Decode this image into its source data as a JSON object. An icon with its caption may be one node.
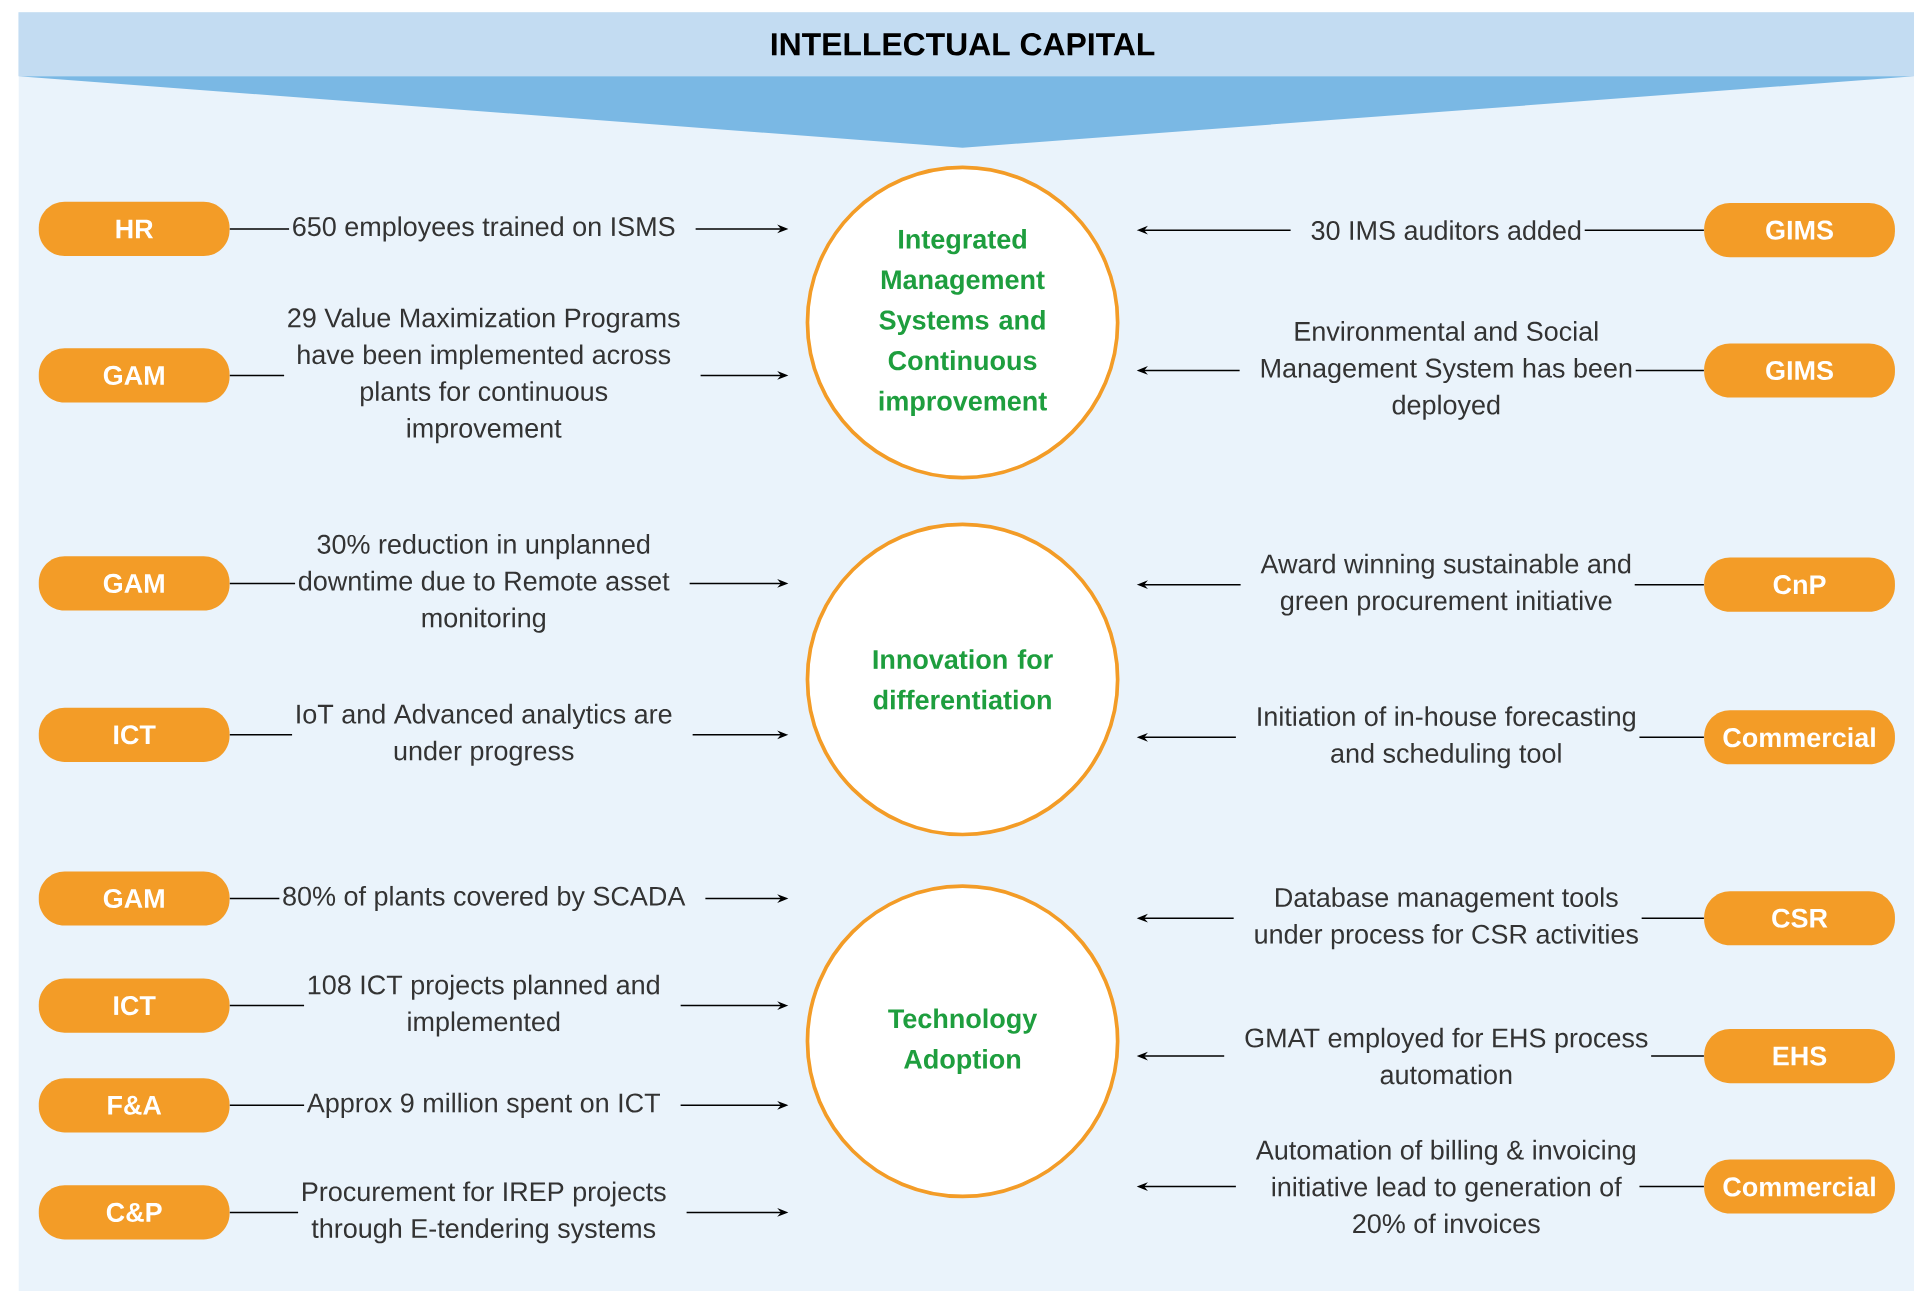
{
  "diagram": {
    "title": "INTELLECTUAL CAPITAL",
    "nodes": [
      {
        "text": [
          "Integrated Management Systems and Continuous improvement"
        ]
      },
      {
        "text": [
          "Innovation for differentiation"
        ]
      },
      {
        "text": [
          "Technology Adoption"
        ]
      },
      {
        "text": [
          "HR"
        ]
      },
      {
        "text": [
          "650 employees trained on ISMS"
        ]
      },
      {
        "text": [
          "GAM"
        ]
      },
      {
        "text": [
          "29 Value Maximization Programs have been implemented across plants for  continuous improvement"
        ]
      },
      {
        "text": [
          "GAM"
        ]
      },
      {
        "text": [
          "30% reduction in unplanned downtime due to Remote asset monitoring"
        ]
      },
      {
        "text": [
          "ICT"
        ]
      },
      {
        "text": [
          "IoT and Advanced analytics are under progress"
        ]
      },
      {
        "text": [
          "GAM"
        ]
      },
      {
        "text": [
          "80% of plants covered by SCADA"
        ]
      },
      {
        "text": [
          "ICT"
        ]
      },
      {
        "text": [
          "108 ICT projects planned and implemented"
        ]
      },
      {
        "text": [
          "F&A"
        ]
      },
      {
        "text": [
          "Approx 9 million spent on ICT"
        ]
      },
      {
        "text": [
          "C&P"
        ]
      },
      {
        "text": [
          "Procurement for IREP projects through E-tendering systems"
        ]
      },
      {
        "text": [
          "30 IMS auditors added"
        ]
      },
      {
        "text": [
          "GIMS"
        ]
      },
      {
        "text": [
          "Environmental and Social Management System has been deployed"
        ]
      },
      {
        "text": [
          "GIMS"
        ]
      },
      {
        "text": [
          "Award winning sustainable and green procurement initiative"
        ]
      },
      {
        "text": [
          "CnP"
        ]
      },
      {
        "text": [
          "Initiation of in-house forecasting and scheduling tool"
        ]
      },
      {
        "text": [
          "Commercial"
        ]
      },
      {
        "text": [
          "Database management tools under process for CSR activities"
        ]
      },
      {
        "text": [
          "CSR"
        ]
      },
      {
        "text": [
          "GMAT employed for EHS process automation"
        ]
      },
      {
        "text": [
          "EHS"
        ]
      },
      {
        "text": [
          "Automation of billing & invoicing initiative lead to generation of 20% of invoices"
        ]
      },
      {
        "text": [
          "Commercial"
        ]
      }
    ],
    "edges": [
      {
        "from": 3,
        "to": 4,
        "arrow": "none"
      },
      {
        "from": 4,
        "to": 0,
        "arrow": "to"
      },
      {
        "from": 5,
        "to": 6,
        "arrow": "none"
      },
      {
        "from": 6,
        "to": 0,
        "arrow": "to"
      },
      {
        "from": 7,
        "to": 8,
        "arrow": "none"
      },
      {
        "from": 8,
        "to": 1,
        "arrow": "to"
      },
      {
        "from": 9,
        "to": 10,
        "arrow": "none"
      },
      {
        "from": 10,
        "to": 1,
        "arrow": "to"
      },
      {
        "from": 11,
        "to": 12,
        "arrow": "none"
      },
      {
        "from": 12,
        "to": 2,
        "arrow": "to"
      },
      {
        "from": 13,
        "to": 14,
        "arrow": "none"
      },
      {
        "from": 14,
        "to": 2,
        "arrow": "to"
      },
      {
        "from": 15,
        "to": 16,
        "arrow": "none"
      },
      {
        "from": 16,
        "to": 2,
        "arrow": "to"
      },
      {
        "from": 17,
        "to": 18,
        "arrow": "none"
      },
      {
        "from": 18,
        "to": 2,
        "arrow": "to"
      },
      {
        "from": 20,
        "to": 19,
        "arrow": "none"
      },
      {
        "from": 19,
        "to": 0,
        "arrow": "to"
      },
      {
        "from": 22,
        "to": 21,
        "arrow": "none"
      },
      {
        "from": 21,
        "to": 0,
        "arrow": "to"
      },
      {
        "from": 24,
        "to": 23,
        "arrow": "none"
      },
      {
        "from": 23,
        "to": 1,
        "arrow": "to"
      },
      {
        "from": 26,
        "to": 25,
        "arrow": "none"
      },
      {
        "from": 25,
        "to": 1,
        "arrow": "to"
      },
      {
        "from": 28,
        "to": 27,
        "arrow": "none"
      },
      {
        "from": 27,
        "to": 2,
        "arrow": "to"
      },
      {
        "from": 30,
        "to": 29,
        "arrow": "none"
      },
      {
        "from": 29,
        "to": 2,
        "arrow": "to"
      },
      {
        "from": 32,
        "to": 31,
        "arrow": "none"
      },
      {
        "from": 31,
        "to": 2,
        "arrow": "to"
      }
    ]
  }
}
